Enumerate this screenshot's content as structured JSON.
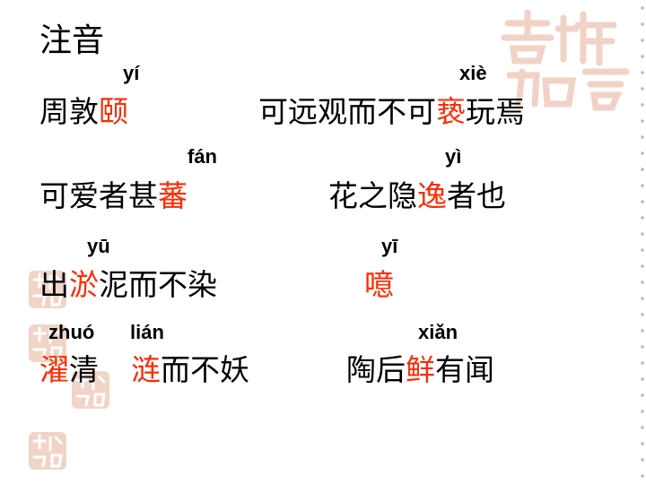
{
  "heading": "注音",
  "row1": {
    "a": {
      "pinyin": "yí",
      "pre": "周敦",
      "hl": "颐",
      "post": ""
    },
    "b": {
      "pinyin": "xiè",
      "pre": "可远观而不可",
      "hl": "亵",
      "post": "玩焉"
    }
  },
  "row2": {
    "a": {
      "pinyin": "fán",
      "pre": "可爱者甚",
      "hl": "蕃",
      "post": ""
    },
    "b": {
      "pinyin": "yì",
      "pre": "花之隐",
      "hl": "逸",
      "post": "者也"
    }
  },
  "row3": {
    "a": {
      "pinyin": "yū",
      "pre": "出",
      "hl": "淤",
      "post": "泥而不染"
    },
    "b": {
      "pinyin": "yī",
      "pre": "",
      "hl": "噫",
      "post": ""
    }
  },
  "row4": {
    "a": {
      "pinyin": "zhuó",
      "pre": "",
      "hl": "濯",
      "post": "清"
    },
    "b": {
      "pinyin": "lián",
      "pre": "",
      "hl": "涟",
      "post": "而不妖"
    },
    "c": {
      "pinyin": "xiǎn",
      "pre": "陶后",
      "hl": "鲜",
      "post": "有闻"
    }
  },
  "colors": {
    "highlight": "#ff2a00",
    "text": "#000000",
    "seal": "#e8c4b8"
  }
}
